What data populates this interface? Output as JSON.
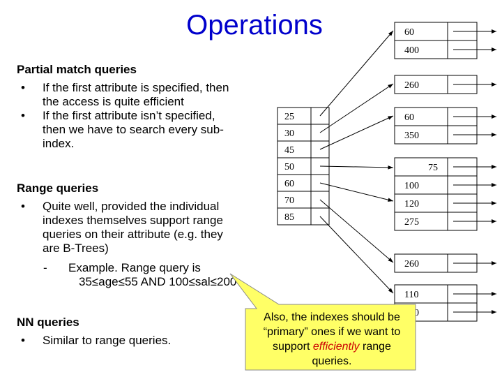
{
  "title": "Operations",
  "partial": {
    "heading": "Partial match queries",
    "bullet1": [
      "If the first attribute is specified, then",
      "the access is quite efficient"
    ],
    "bullet2": [
      "If the first attribute isn’t specified,",
      "then we have to search every sub-",
      "index."
    ]
  },
  "range": {
    "heading": "Range queries",
    "bullet1": [
      "Quite well, provided the individual",
      "indexes themselves support range",
      "queries on their attribute (e.g. they",
      "are B-Trees)"
    ],
    "example": [
      "Example. Range query is",
      "35≤age≤55 AND 100≤sal≤200"
    ]
  },
  "nn": {
    "heading": "NN queries",
    "bullet1": "Similar to range queries."
  },
  "bullet_char": "•",
  "dash_char": "-",
  "callout": {
    "line1": "Also, the indexes should be",
    "line2": "“primary” ones if we want to",
    "line3_pre": "support ",
    "line3_em": "efficiently",
    "line3_post": " range",
    "line4": "queries."
  },
  "diagram": {
    "first_index": [
      "25",
      "30",
      "45",
      "50",
      "60",
      "70",
      "85"
    ],
    "blocks": [
      [
        "60",
        "400"
      ],
      [
        "260"
      ],
      [
        "60",
        "350"
      ],
      [
        "75",
        "100",
        "120",
        "275"
      ],
      [
        "260"
      ],
      [
        "110",
        "140"
      ]
    ]
  },
  "colors": {
    "title": "#0000cc",
    "callout_fill": "#ffff66",
    "emphasis": "#cc0000"
  }
}
